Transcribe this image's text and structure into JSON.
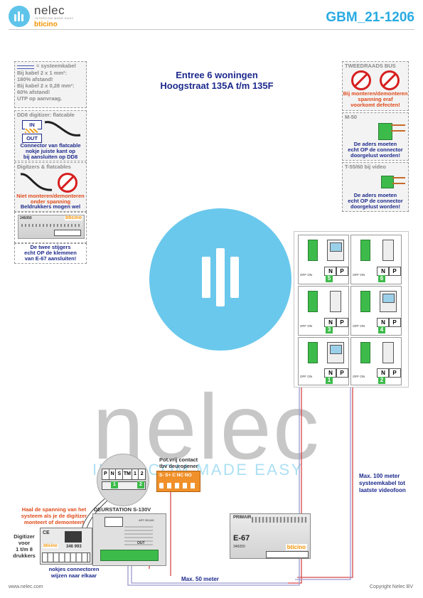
{
  "header": {
    "brand": "nelec",
    "brand_tagline": "INTERCOM MADE EASY",
    "sub_brand": "bticino",
    "doc_code": "GBM_21-1206"
  },
  "title": {
    "line1": "Entree 6 woningen",
    "line2": "Hoogstraat 135A t/m 135F"
  },
  "legend_cable": {
    "label": "= systeemkabel",
    "lines": [
      "Bij kabel 2 x 1 mm²:",
      "180% afstand!",
      "Bij kabel 2 x 0,28 mm²:",
      "60% afstand!",
      "UTP op aanvraag."
    ]
  },
  "dd8_box": {
    "title": "DD8 digitizer: flatcable",
    "in_label": "IN",
    "out_label": "OUT",
    "note": [
      "Connector van flatcable",
      "nokje juiste kant op",
      "bij aansluiten op DD8"
    ]
  },
  "digitizers_box": {
    "title": "Digitzers & flatcables",
    "note_red": [
      "Niet monteren/demonteren",
      "onder spanning"
    ],
    "note_blue": "Beldrukkers mogen wel"
  },
  "module_246050": {
    "code": "246050",
    "brand": "bticino",
    "note": [
      "De twee stijgers",
      "echt OP de klemmen",
      "van E-67 aansluiten!"
    ]
  },
  "tweedraads_box": {
    "title": "TWEEDRAADS BUS",
    "note": [
      "Bij monteren/demonteren",
      "spanning eraf",
      "voorkomt defecten!"
    ]
  },
  "m50_box": {
    "title": "M-50",
    "note": [
      "De aders moeten",
      "echt OP de connector",
      "doorgelust worden!"
    ]
  },
  "t55_box": {
    "title": "T-55/60 bij video",
    "note": [
      "De aders moeten",
      "echt OP de connector",
      "doorgelust worden!"
    ]
  },
  "apartments": [
    {
      "number": "5",
      "off_on": "OFF ON",
      "n": "N",
      "p": "P"
    },
    {
      "number": "6",
      "off_on": "OFF ON",
      "n": "N",
      "p": "P"
    },
    {
      "number": "3",
      "off_on": "OFF ON",
      "n": "N",
      "p": "P"
    },
    {
      "number": "4",
      "off_on": "OFF ON",
      "n": "N",
      "p": "P"
    },
    {
      "number": "1",
      "off_on": "OFF ON",
      "n": "N",
      "p": "P"
    },
    {
      "number": "2",
      "off_on": "OFF ON",
      "n": "N",
      "p": "P"
    }
  ],
  "terminal_block": {
    "labels": [
      "P",
      "N",
      "S",
      "TM",
      "1",
      "2"
    ],
    "left_num": "1",
    "right_num": "2"
  },
  "relay": {
    "title": [
      "Pot.vrij contact",
      "tbv deuropener"
    ],
    "terminals": "S- S+ C NC NO"
  },
  "door_station": {
    "title": "DEURSTATION S-130V",
    "code": "ART.351160",
    "out_label": "OUT"
  },
  "digitizer": {
    "top_note": [
      "Haal de spanning van het",
      "systeem als je de digitizer",
      "monteert of demonteert"
    ],
    "side_label": [
      "Digitizer",
      "voor",
      "1 t/m 8",
      "drukkers"
    ],
    "brand": "bticino",
    "code": "346 993",
    "bottom_note": [
      "nokjes connectoren",
      "wijzen naar elkaar"
    ]
  },
  "e67": {
    "top_label": "PRIMAIR",
    "name": "E-67",
    "sub_code": "346050",
    "brand": "bticino"
  },
  "distances": {
    "max100": [
      "Max. 100 meter",
      "systeemkabel tot",
      "laatste videofoon"
    ],
    "max50": "Max. 50 meter"
  },
  "footer": {
    "website": "www.nelec.com",
    "copyright": "Copyright Nelec BV"
  },
  "colors": {
    "accent_blue": "#29abe2",
    "text_blue": "#1d2a8c",
    "warning_red": "#d62020",
    "orange": "#f39200",
    "terminal_green": "#3dbb4a"
  }
}
